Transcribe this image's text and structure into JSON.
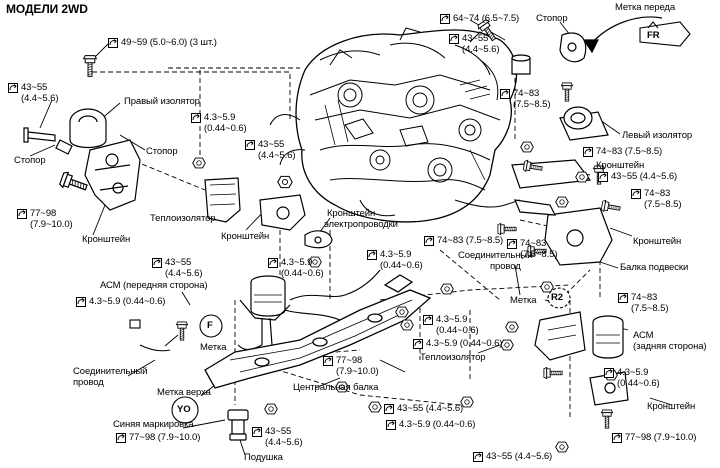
{
  "title": "МОДЕЛИ 2WD",
  "labels": {
    "front_mark": "Метка переда",
    "stopper_top": "Стопор",
    "right_insulator": "Правый изолятор",
    "stopper_left": "Стопор",
    "stopper_small": "Стопор",
    "bracket_left": "Кронштейн",
    "heat_insulator_left": "Теплоизолятор",
    "bracket_center": "Кронштейн",
    "bracket_wiring_1": "Кронштейн",
    "bracket_wiring_2": "электропроводки",
    "left_insulator": "Левый изолятор",
    "bracket_right_1": "Кронштейн",
    "bracket_right_2": "Кронштейн",
    "suspension_beam": "Балка подвески",
    "connector_1": "Соединительный",
    "connector_2": "провод",
    "mark": "Метка",
    "acm_front": "АСМ (передняя сторона)",
    "mark_f": "Метка",
    "connector_left_1": "Соединительный",
    "connector_left_2": "провод",
    "top_mark": "Метка верха",
    "blue_mark": "Синяя маркировка",
    "center_beam": "Центральная балка",
    "heat_insulator_right": "Теплоизолятор",
    "acm_rear_1": "АСМ",
    "acm_rear_2": "(задняя сторона)",
    "bracket_bottom": "Кронштейн",
    "cushion": "Подушка"
  },
  "circle_marks": {
    "fr": "FR",
    "f": "F",
    "yo": "YO",
    "r2": "R2"
  },
  "torques": {
    "t1": {
      "l1": "49~59 (5.0~6.0) (3 шт.)"
    },
    "t2": {
      "l1": "64~74 (6.5~7.5)"
    },
    "t3": {
      "l1": "43~55",
      "l2": "(4.4~5.6)"
    },
    "t4": {
      "l1": "43~55",
      "l2": "(4.4~5.6)"
    },
    "t5": {
      "l1": "4.3~5.9",
      "l2": "(0.44~0.6)"
    },
    "t6": {
      "l1": "74~83",
      "l2": "(7.5~8.5)"
    },
    "t7": {
      "l1": "43~55",
      "l2": "(4.4~5.6)"
    },
    "t8": {
      "l1": "74~83 (7.5~8.5)"
    },
    "t9": {
      "l1": "77~98",
      "l2": "(7.9~10.0)"
    },
    "t10": {
      "l1": "43~55 (4.4~5.6)"
    },
    "t11": {
      "l1": "74~83",
      "l2": "(7.5~8.5)"
    },
    "t12": {
      "l1": "74~83 (7.5~8.5)"
    },
    "t13": {
      "l1": "4.3~5.9",
      "l2": "(0.44~0.6)"
    },
    "t14": {
      "l1": "74~83",
      "l2": "(7.5~8.5)"
    },
    "t15": {
      "l1": "43~55",
      "l2": "(4.4~5.6)"
    },
    "t16": {
      "l1": "4.3~5.9",
      "l2": "(0.44~0.6)"
    },
    "t17": {
      "l1": "4.3~5.9 (0.44~0.6)"
    },
    "t18": {
      "l1": "74~83",
      "l2": "(7.5~8.5)"
    },
    "t19": {
      "l1": "4.3~5.9",
      "l2": "(0.44~0.6)"
    },
    "t20": {
      "l1": "4.3~5.9 (0.44~0.6)"
    },
    "t21": {
      "l1": "77~98",
      "l2": "(7.9~10.0)"
    },
    "t22": {
      "l1": "4.3~5.9",
      "l2": "(0.44~0.6)"
    },
    "t23": {
      "l1": "43~55 (4.4~5.6)"
    },
    "t24": {
      "l1": "4.3~5.9 (0.44~0.6)"
    },
    "t25": {
      "l1": "77~98 (7.9~10.0)"
    },
    "t26": {
      "l1": "43~55",
      "l2": "(4.4~5.6)"
    },
    "t27": {
      "l1": "77~98 (7.9~10.0)"
    },
    "t28": {
      "l1": "43~55 (4.4~5.6)"
    }
  }
}
